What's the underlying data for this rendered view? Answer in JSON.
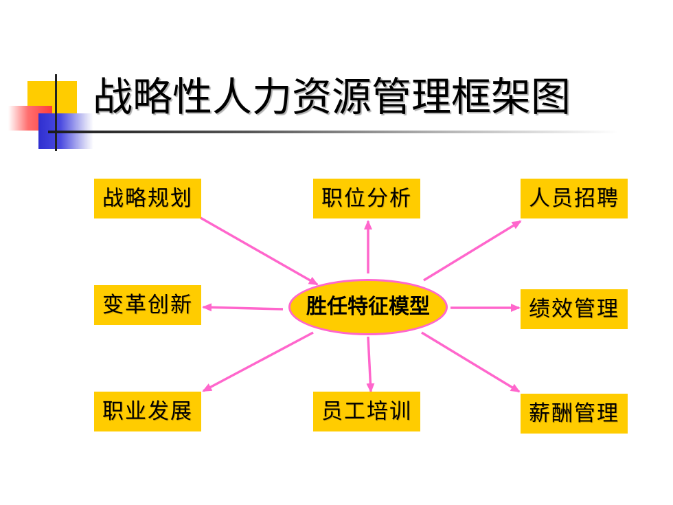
{
  "title": "战略性人力资源管理框架图",
  "center": "胜任特征模型",
  "nodes": {
    "strategy_planning": "战略规划",
    "job_analysis": "职位分析",
    "recruitment": "人员招聘",
    "change_innovation": "变革创新",
    "performance_management": "绩效管理",
    "career_development": "职业发展",
    "employee_training": "员工培训",
    "compensation_management": "薪酬管理"
  },
  "colors": {
    "box_fill": "#ffcc00",
    "arrow": "#ff66cc",
    "ellipse_border": "#ff66cc"
  }
}
